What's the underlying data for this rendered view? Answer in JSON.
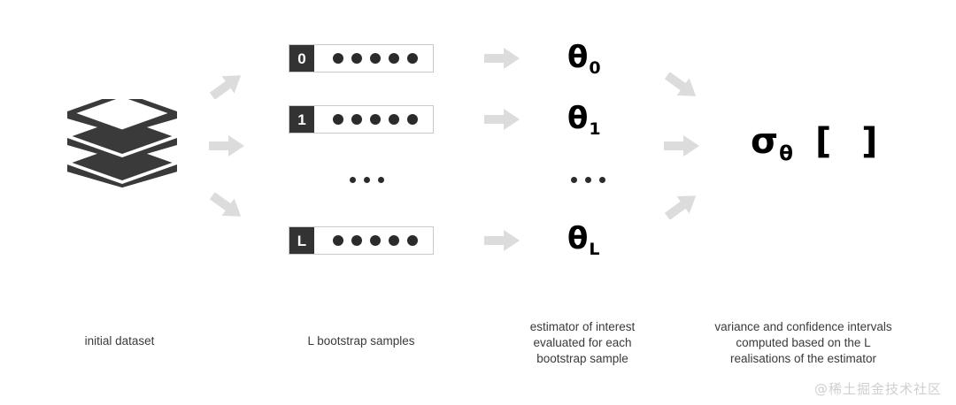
{
  "diagram": {
    "title": "bootstrap procedure diagram",
    "colors": {
      "arrow": "#dcdcdc",
      "dark": "#333333",
      "dot": "#2b2b2b",
      "box_border": "#c9c9c9",
      "caption_text": "#3a3a3a",
      "watermark": "#cfcfcf",
      "background": "#ffffff"
    },
    "dataset_icon": {
      "name": "layered-dataset-stack",
      "layers": 3
    },
    "samples": [
      {
        "label": "0",
        "dots": 5
      },
      {
        "label": "1",
        "dots": 5
      },
      {
        "label": "L",
        "dots": 5
      }
    ],
    "sample_ellipsis": "…",
    "estimators": [
      {
        "symbol": "θ",
        "subscript": "0"
      },
      {
        "symbol": "θ",
        "subscript": "1"
      },
      {
        "symbol": "θ",
        "subscript": "L"
      }
    ],
    "estimator_ellipsis": "…",
    "result": {
      "symbol": "σ",
      "subscript": "θ",
      "brackets": "[ ]"
    },
    "arrows": {
      "split": [
        "up-right",
        "right",
        "down-right"
      ],
      "sample_to_estimator": [
        "right",
        "right",
        "right"
      ],
      "merge": [
        "down-right",
        "right",
        "up-right"
      ]
    },
    "captions": [
      {
        "name": "caption-initial-dataset",
        "lines": [
          "initial dataset"
        ]
      },
      {
        "name": "caption-bootstrap-samples",
        "lines": [
          "L bootstrap samples"
        ]
      },
      {
        "name": "caption-estimator",
        "lines": [
          "estimator of interest",
          "evaluated for each",
          "bootstrap sample"
        ]
      },
      {
        "name": "caption-variance",
        "lines": [
          "variance and confidence intervals",
          "computed based on the L",
          "realisations of the estimator"
        ]
      }
    ],
    "watermark": "@稀土掘金技术社区"
  }
}
